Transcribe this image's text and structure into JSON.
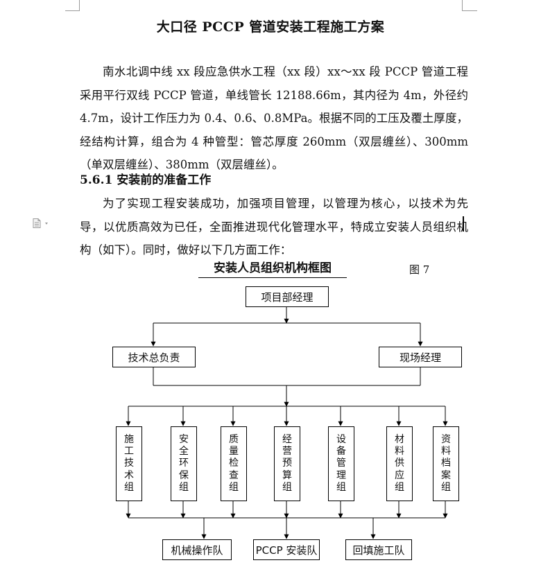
{
  "document": {
    "title": "大口径 PCCP 管道安装工程施工方案",
    "paragraph1": "南水北调中线 xx 段应急供水工程（xx 段）xx～xx 段 PCCP 管道工程采用平行双线 PCCP 管道，单线管长 12188.66m，其内径为 4m，外径约 4.7m，设计工作压力为 0.4、0.6、0.8MPa。根据不同的工压及覆土厚度，经结构计算，组合为 4 种管型：管芯厚度 260mm（双层缠丝）、300mm（单双层缠丝）、380mm（双层缠丝）。",
    "section_heading": "5.6.1 安装前的准备工作",
    "paragraph2": "为了实现工程安装成功，加强项目管理，以管理为核心，以技术为先导，以优质高效为已任，全面推进现代化管理水平，特成立安装人员组织机构（如下）。同时，做好以下几方面工作："
  },
  "org_chart": {
    "title": "安装人员组织机构框图",
    "figure_label": "图 7",
    "root": "项目部经理",
    "level2": [
      "技术总负责",
      "现场经理"
    ],
    "groups": [
      "施工技术组",
      "安全环保组",
      "质量检查组",
      "经营预算组",
      "设备管理组",
      "材料供应组",
      "资料档案组"
    ],
    "teams": [
      "机械操作队",
      "PCCP 安装队",
      "回填施工队"
    ]
  },
  "icons": {
    "margin_icon": "document-icon",
    "text_cursor": "text-cursor"
  }
}
